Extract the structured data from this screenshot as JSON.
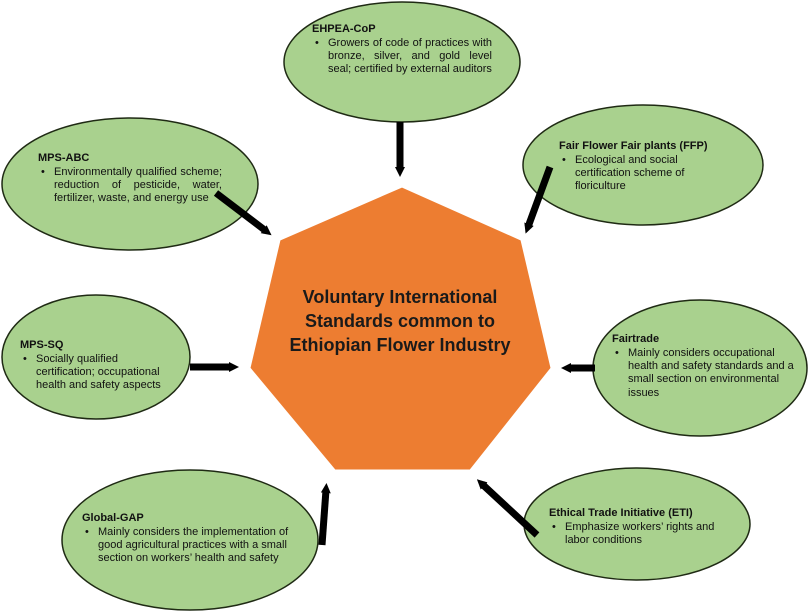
{
  "center": {
    "lines": [
      "Voluntary International",
      "Standards common to",
      "Ethiopian Flower Industry"
    ],
    "fill_color": "#ED7D31"
  },
  "colors": {
    "node_fill": "#A9D18E",
    "node_stroke": "#1F2A14",
    "arrow": "#000000"
  },
  "nodes": [
    {
      "title": "EHPEA-CoP",
      "text": "Growers of code of practices with bronze, silver, and gold level seal; certified by external auditors"
    },
    {
      "title": "MPS-ABC",
      "text": "Environmentally qualified scheme; reduction of pesticide, water, fertilizer, waste, and energy use"
    },
    {
      "title": "Fair Flower Fair plants (FFP)",
      "text": "Ecological and social certification scheme of floriculture"
    },
    {
      "title": "MPS-SQ",
      "text": "Socially qualified certification; occupational health and safety aspects"
    },
    {
      "title": "Fairtrade",
      "text": "Mainly considers occupational health and safety standards and a small section on environmental issues"
    },
    {
      "title": "Global-GAP",
      "text": "Mainly considers the implementation of good agricultural practices with a small section on workers’ health and safety"
    },
    {
      "title": "Ethical Trade Initiative (ETI)",
      "text": "Emphasize workers’ rights and labor conditions"
    }
  ]
}
